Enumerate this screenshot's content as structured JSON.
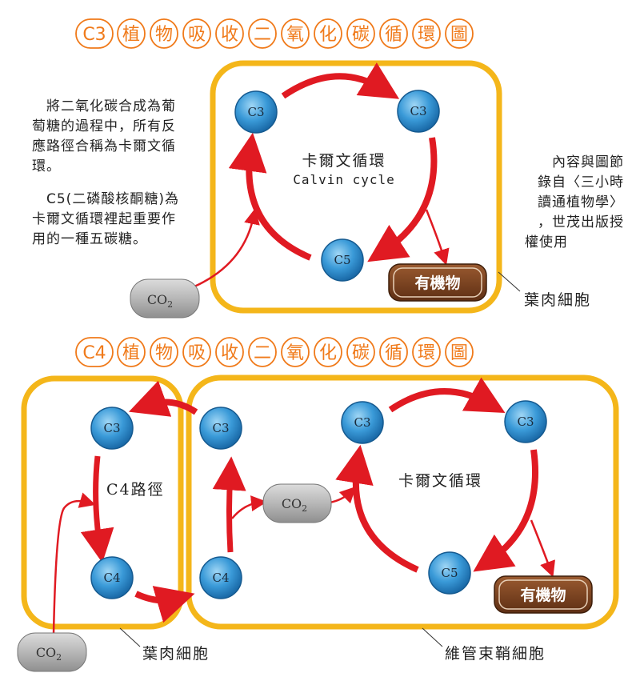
{
  "c3_title": [
    "C3",
    "植",
    "物",
    "吸",
    "收",
    "二",
    "氧",
    "化",
    "碳",
    "循",
    "環",
    "圖"
  ],
  "c4_title": [
    "C4",
    "植",
    "物",
    "吸",
    "收",
    "二",
    "氧",
    "化",
    "碳",
    "循",
    "環",
    "圖"
  ],
  "c3_diagram": {
    "node_top_left": "C3",
    "node_top_right": "C3",
    "node_bottom": "C5",
    "cycle_label_zh": "卡爾文循環",
    "cycle_label_en": "Calvin cycle",
    "product": "有機物",
    "co2": "CO",
    "co2_sub": "2",
    "cell_label": "葉肉細胞"
  },
  "c4_diagram": {
    "meso_node_top": "C3",
    "meso_node_bottom": "C4",
    "pathway_label": "C4路徑",
    "meso_cell_label": "葉肉細胞",
    "bundle_node_top": "C3",
    "bundle_node_bottom": "C4",
    "cycle_node_top_left": "C3",
    "cycle_node_top_right": "C3",
    "cycle_node_bottom": "C5",
    "cycle_label": "卡爾文循環",
    "product": "有機物",
    "co2_inner": "CO",
    "co2_inner_sub": "2",
    "co2_outer": "CO",
    "co2_outer_sub": "2",
    "bundle_cell_label": "維管束鞘細胞"
  },
  "left_text": {
    "p1": [
      "將二氧化碳合成為葡",
      "萄糖的過程中，所有反",
      "應路徑合稱為卡爾文循",
      "環。"
    ],
    "p2": [
      "C5(二磷酸核酮糖)為",
      "卡爾文循環裡起重要作",
      "用的一種五碳糖。"
    ]
  },
  "right_text": [
    "內容與圖節",
    "錄自〈三小時",
    "讀通植物學〉",
    "，世茂出版授",
    "權使用"
  ],
  "colors": {
    "title_orange": "#f07a1a",
    "cell_border": "#f4b61a",
    "arrow_red": "#e01a22",
    "node_blue": "#2a8fd0",
    "product_brown": "#7a4020",
    "co2_gray": "#b5b5b5"
  }
}
